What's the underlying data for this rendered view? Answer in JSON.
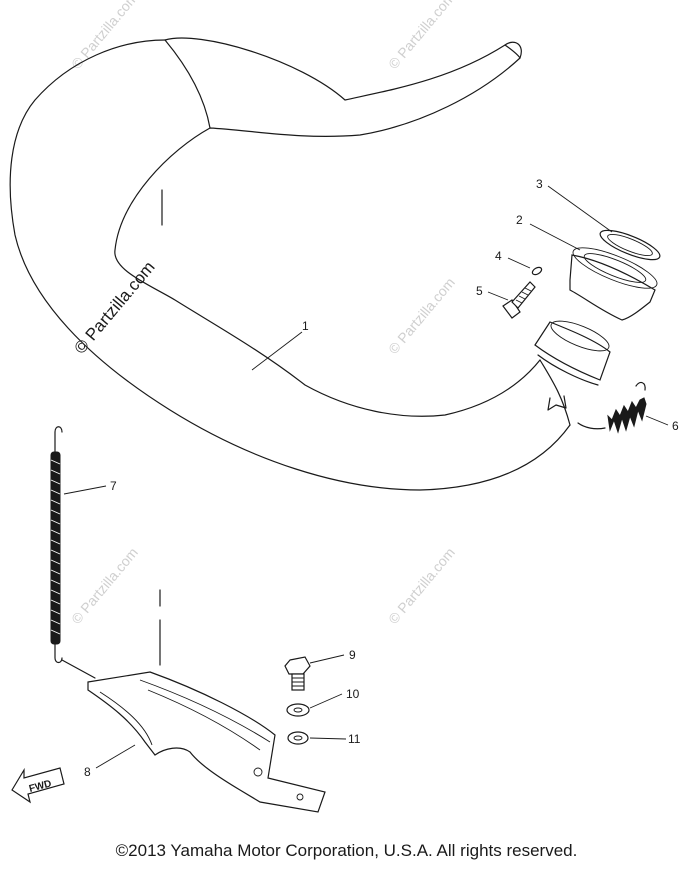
{
  "watermark": {
    "text": "© Partzilla.com"
  },
  "callouts": [
    {
      "number": "1"
    },
    {
      "number": "2"
    },
    {
      "number": "3"
    },
    {
      "number": "4"
    },
    {
      "number": "5"
    },
    {
      "number": "6"
    },
    {
      "number": "7"
    },
    {
      "number": "8"
    },
    {
      "number": "9"
    },
    {
      "number": "10"
    },
    {
      "number": "11"
    }
  ],
  "fwd_label": "FWD",
  "footer": {
    "copyright": "©2013  Yamaha Motor Corporation, U.S.A. All rights reserved."
  }
}
